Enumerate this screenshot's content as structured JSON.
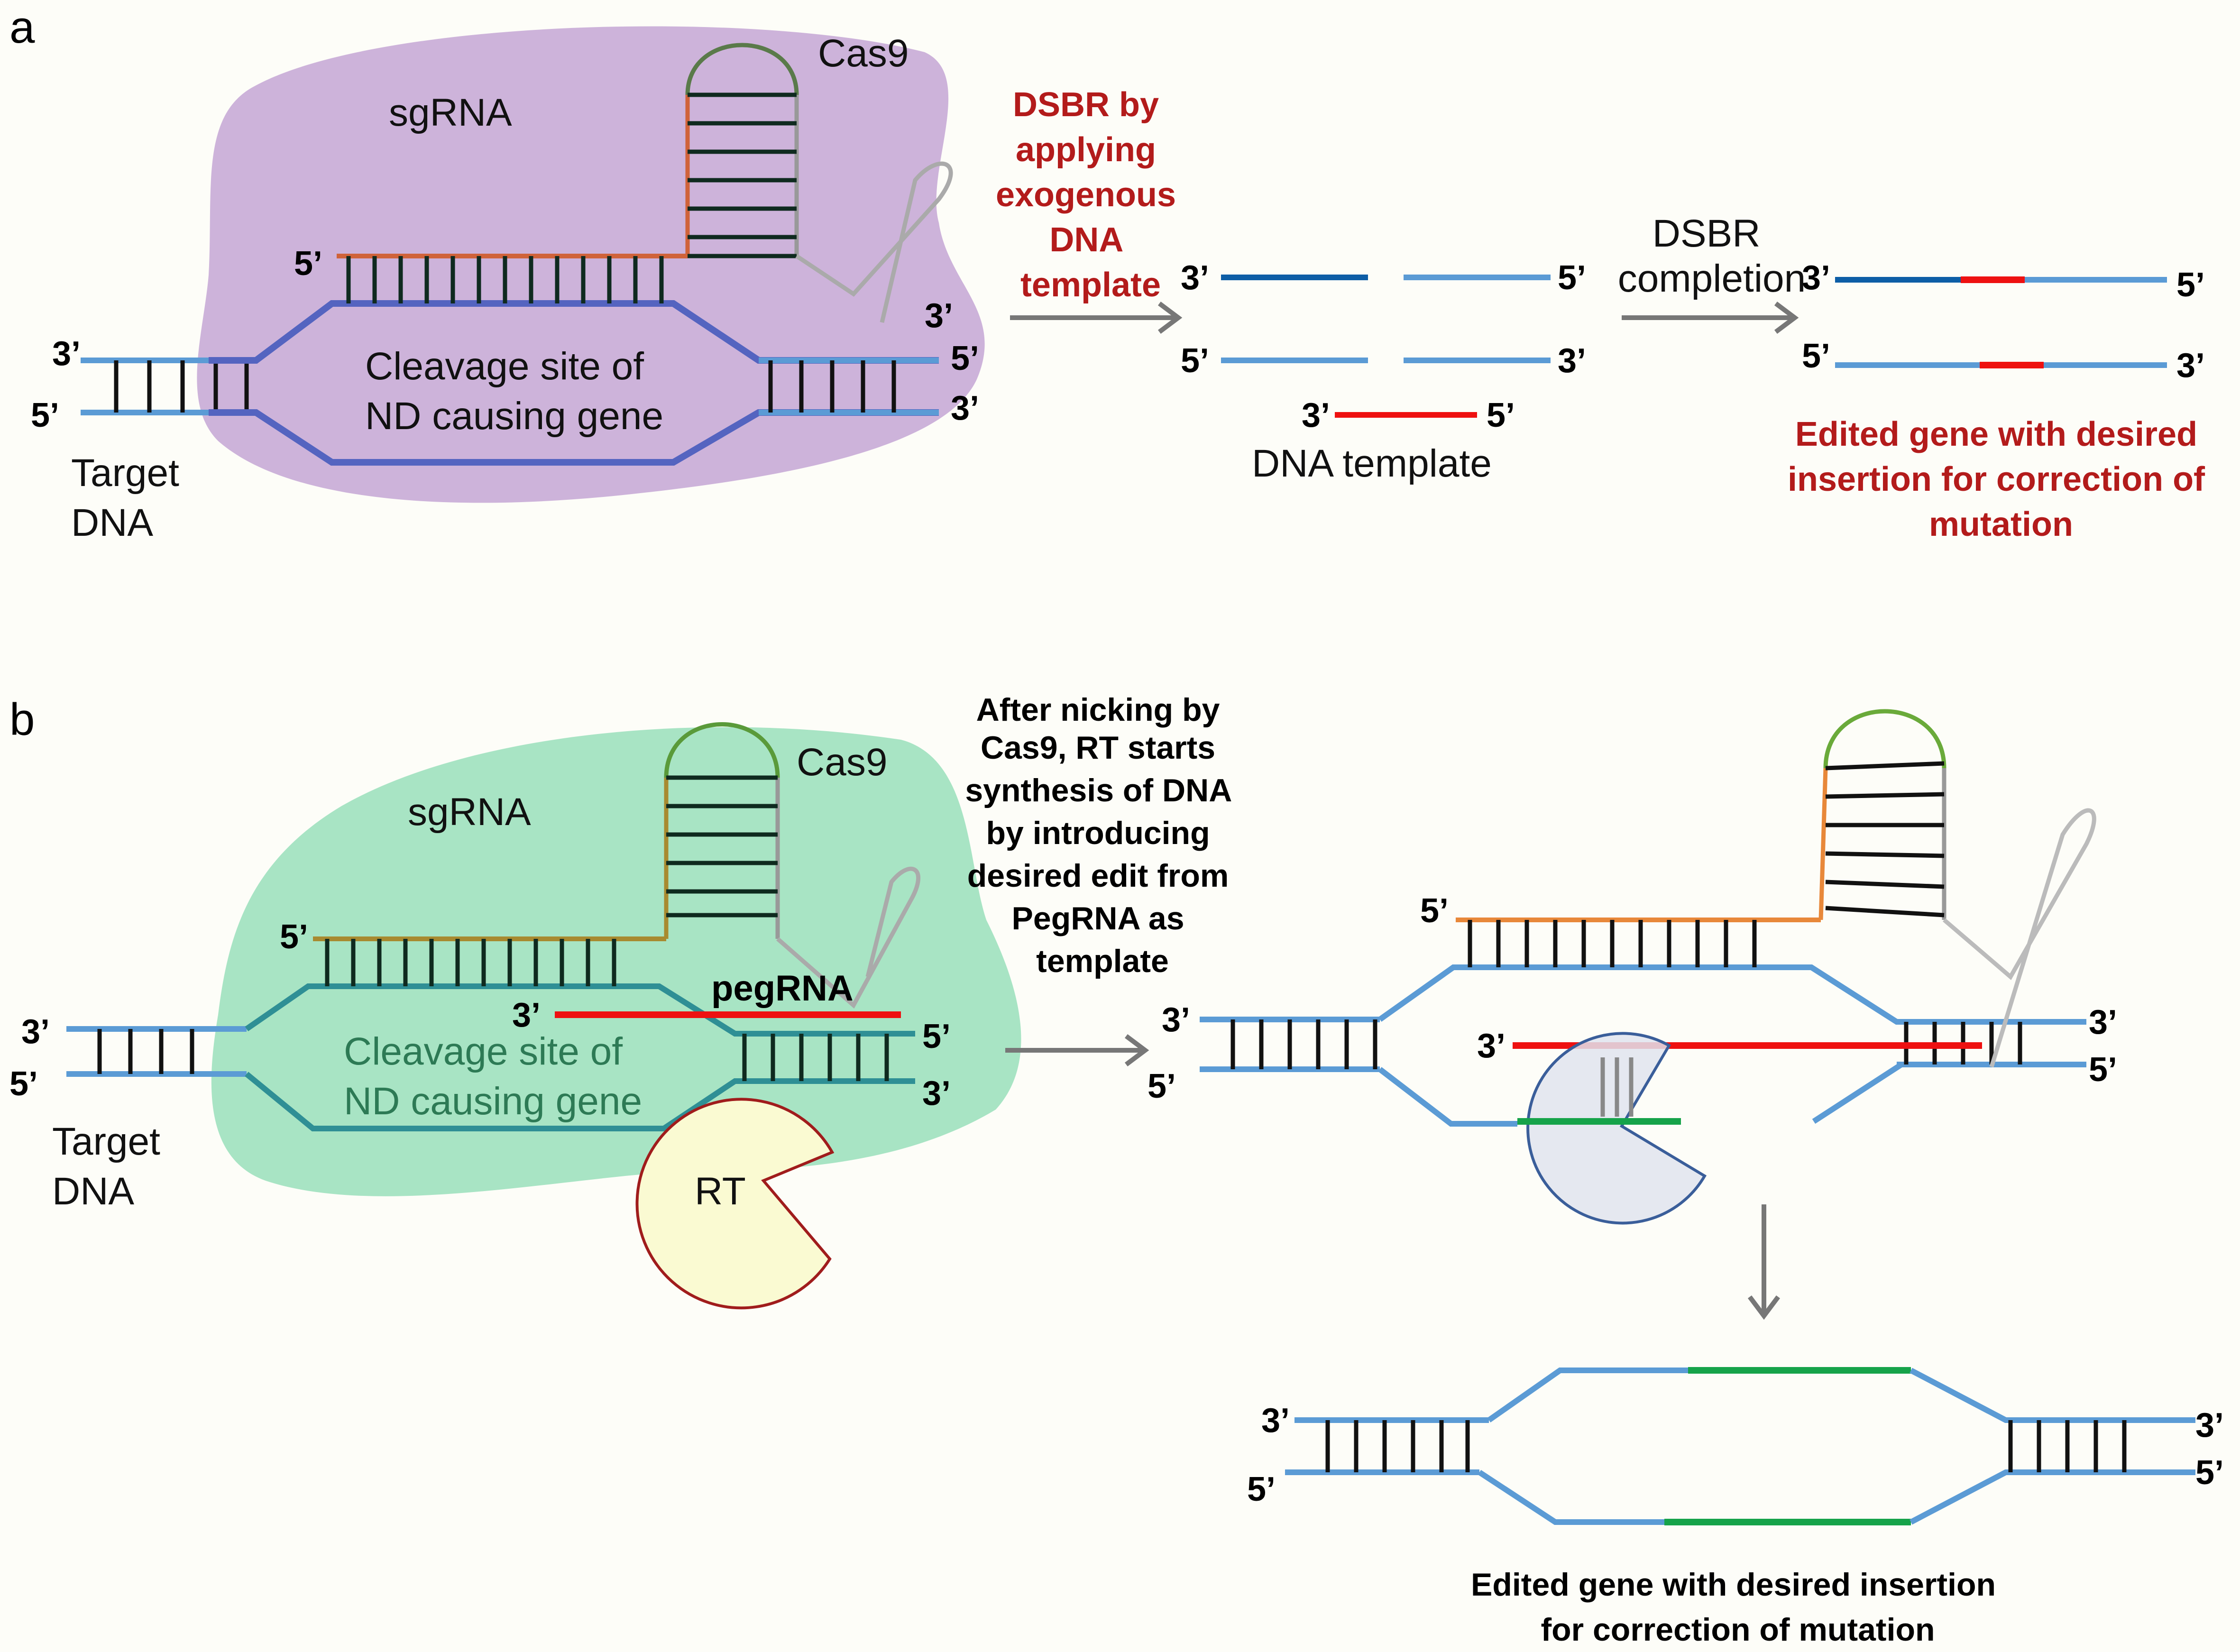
{
  "panel_a": {
    "label": "a",
    "sgrna": "sgRNA",
    "cas9": "Cas9",
    "cleavage_line1": "Cleavage site of",
    "cleavage_line2": "ND causing gene",
    "target_line1": "Target",
    "target_line2": "DNA",
    "end_3": "3’",
    "end_5": "5’",
    "arrow1_lines": [
      "DSBR by",
      "applying",
      "exogenous",
      "DNA",
      "template"
    ],
    "arrow2_lines": [
      "DSBR",
      "completion"
    ],
    "dna_template": "DNA template",
    "result_lines": [
      "Edited gene with desired",
      "insertion for correction of",
      "mutation"
    ]
  },
  "panel_b": {
    "label": "b",
    "sgrna": "sgRNA",
    "cas9": "Cas9",
    "pegrna": "pegRNA",
    "cleavage_line1": "Cleavage site of",
    "cleavage_line2": "ND causing gene",
    "target_line1": "Target",
    "target_line2": "DNA",
    "rt": "RT",
    "end_3": "3’",
    "end_5": "5’",
    "arrow_lines": [
      "After nicking by",
      "Cas9, RT starts",
      "synthesis of DNA",
      "by introducing",
      "desired edit from",
      "PegRNA as",
      "template"
    ],
    "result_line1": "Edited gene with desired insertion",
    "result_line2": "for correction of mutation"
  },
  "colors": {
    "panel_a_blob": "#cdb3da",
    "panel_b_blob": "#a8e4c4",
    "dna_strand": "#5b9bd5",
    "dark_strand": "#0d5ea6",
    "insert_red": "#ee1111",
    "edit_green": "#16a34a",
    "rt_fill": "#fafad2",
    "rt_stroke": "#a01c1c",
    "rt2_fill": "#e1e4ee",
    "accent_red_text": "#b31b1b"
  }
}
